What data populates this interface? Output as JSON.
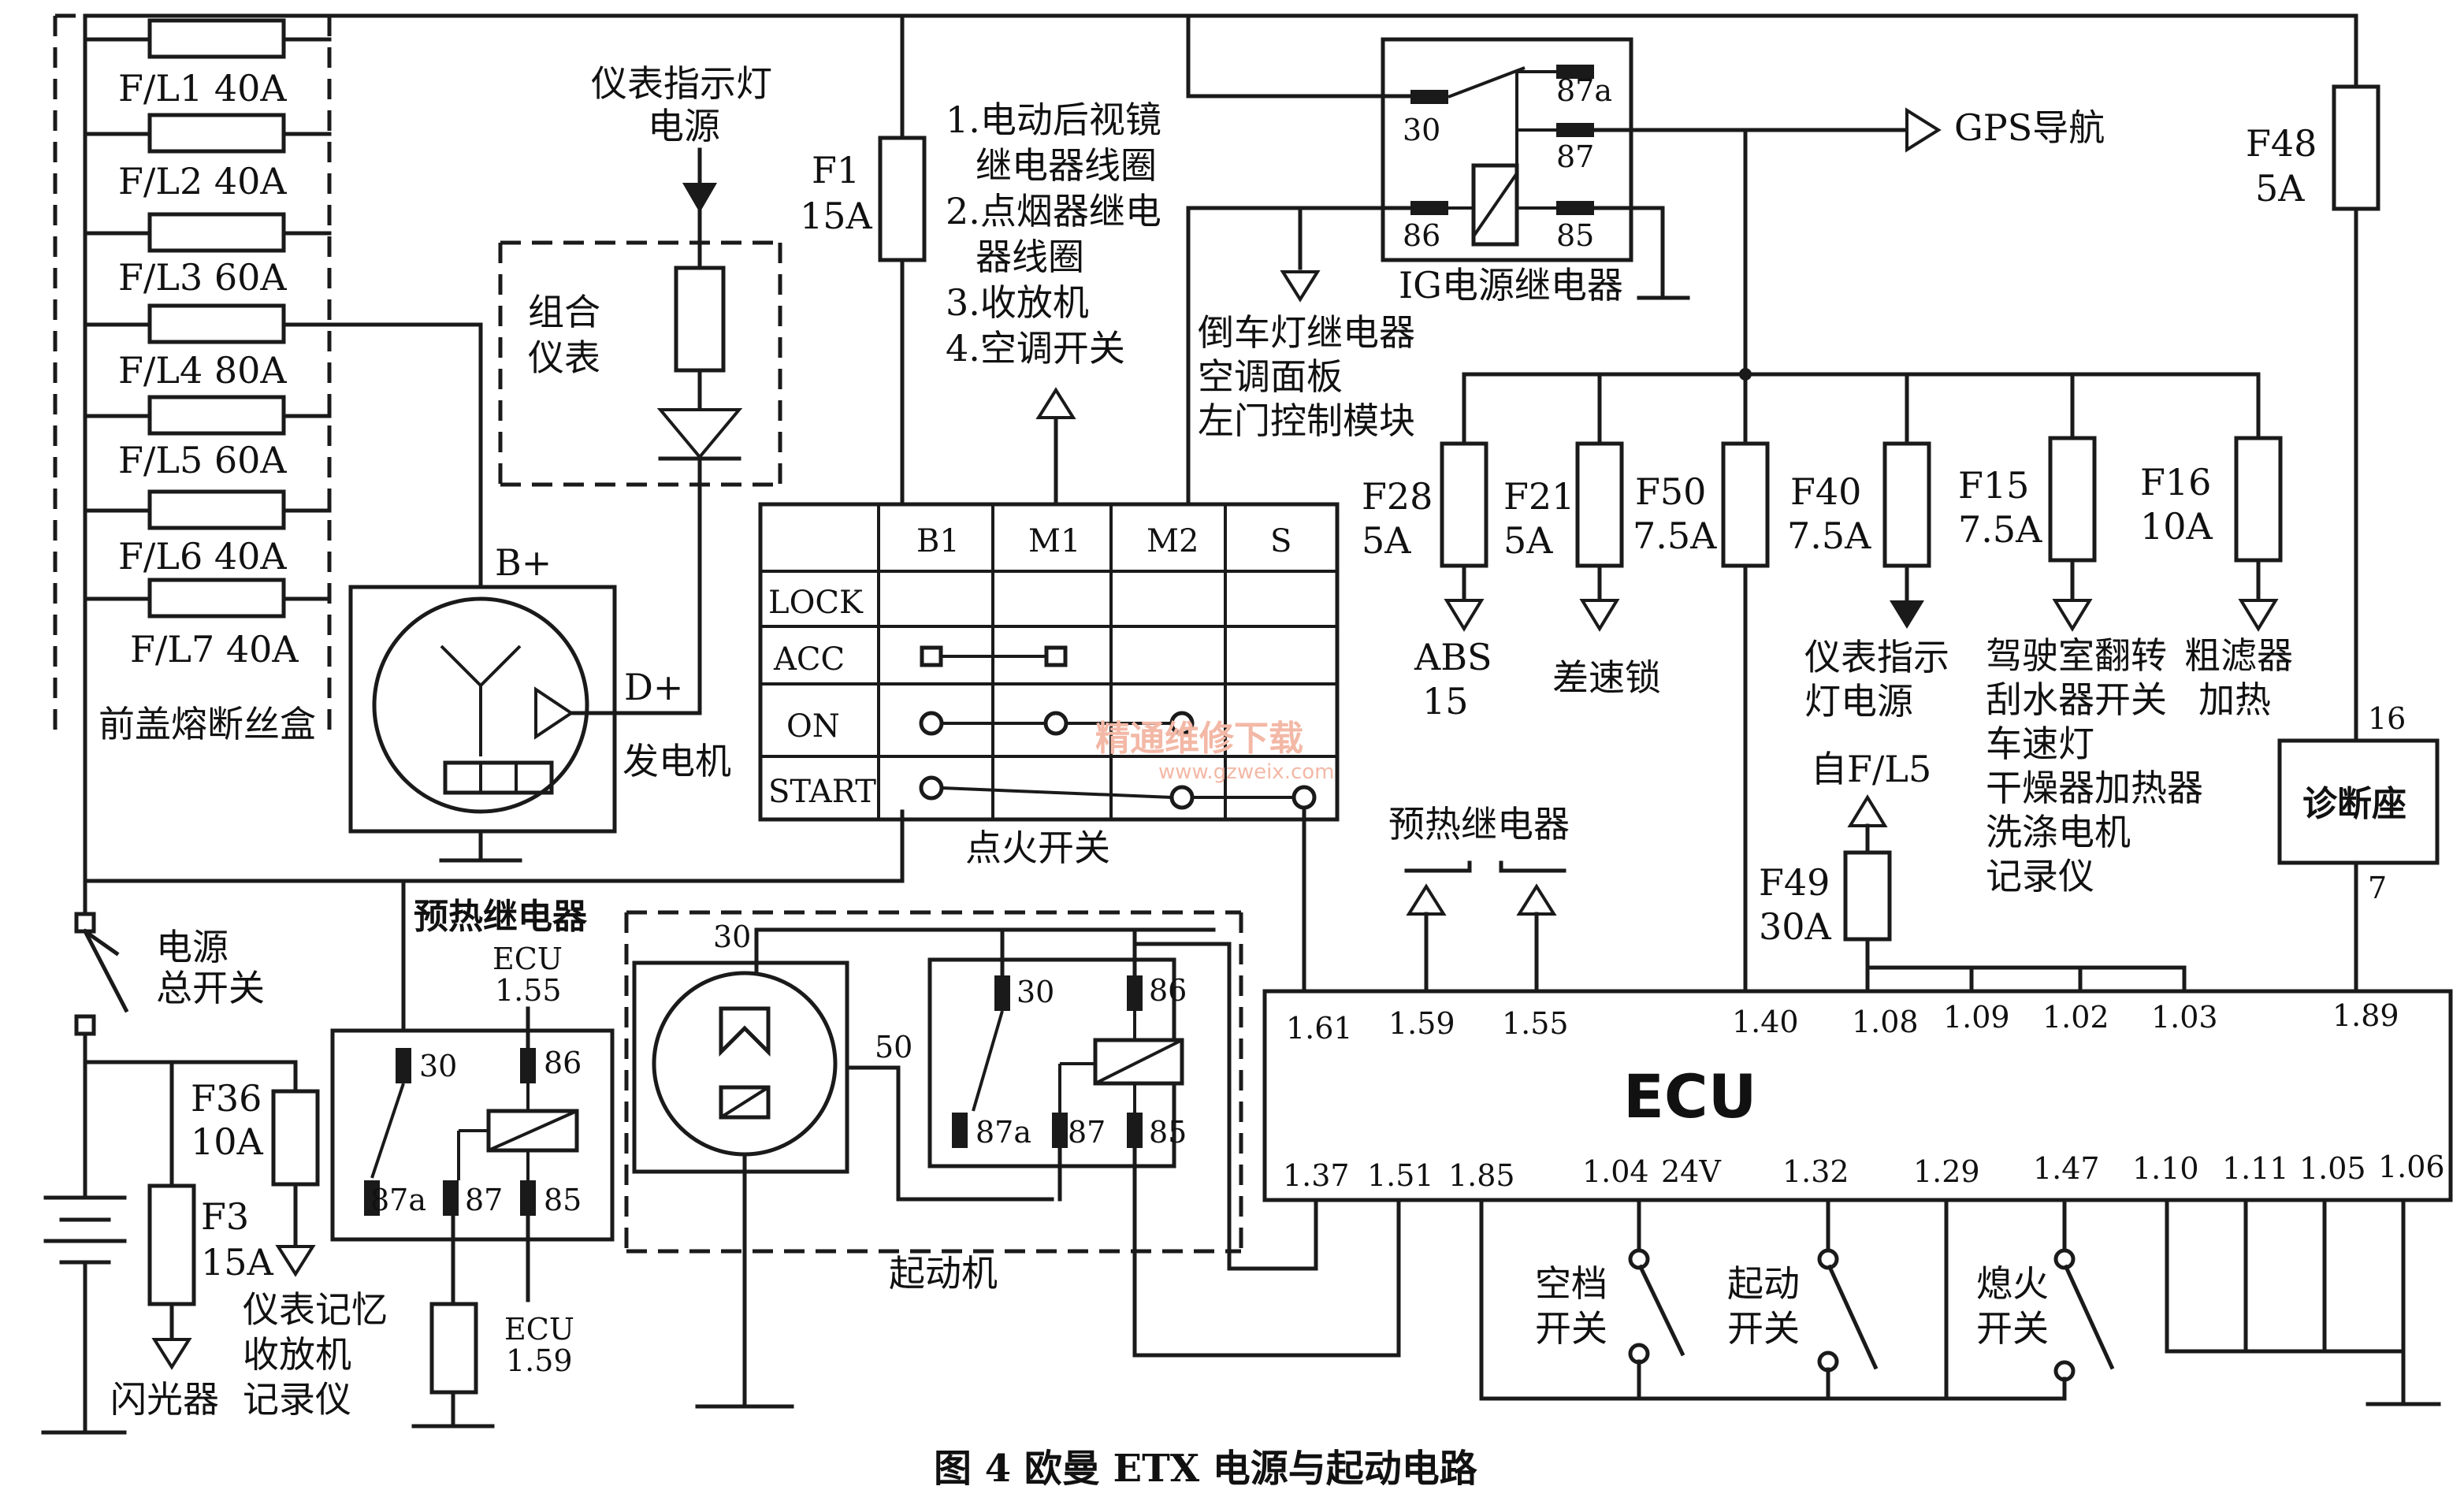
{
  "fuse_box": {
    "title": "前盖熔断丝盒",
    "fuses": [
      "F/L1 40A",
      "F/L2 40A",
      "F/L3 60A",
      "F/L4 80A",
      "F/L5 60A",
      "F/L6 40A",
      "F/L7 40A"
    ]
  },
  "indicator_power": {
    "line1": "仪表指示灯",
    "line2": "电源"
  },
  "cluster": {
    "line1": "组合",
    "line2": "仪表"
  },
  "generator": {
    "label": "发电机",
    "b_plus": "B+",
    "d_plus": "D+"
  },
  "f1": {
    "name": "F1",
    "rating": "15A"
  },
  "notes": [
    "1.电动后视镜",
    "继电器线圈",
    "2.点烟器继电",
    "器线圈",
    "3.收放机",
    "4.空调开关"
  ],
  "ig_relay": {
    "label": "IG电源继电器",
    "pins": {
      "p30": "30",
      "p87a": "87a",
      "p87": "87",
      "p86": "86",
      "p85": "85"
    }
  },
  "gps": "GPS导航",
  "reverse_loads": [
    "倒车灯继电器",
    "空调面板",
    "左门控制模块"
  ],
  "f48": {
    "name": "F48",
    "rating": "5A"
  },
  "ignition_switch": {
    "label": "点火开关",
    "columns": [
      "B1",
      "M1",
      "M2",
      "S"
    ],
    "rows": [
      "LOCK",
      "ACC",
      "ON",
      "START"
    ]
  },
  "branch_fuses": [
    {
      "name": "F28",
      "rating": "5A",
      "load": [
        "ABS",
        "15"
      ]
    },
    {
      "name": "F21",
      "rating": "5A",
      "load": [
        "差速锁"
      ]
    },
    {
      "name": "F50",
      "rating": "7.5A",
      "load": []
    },
    {
      "name": "F40",
      "rating": "7.5A",
      "load": [
        "仪表指示",
        "灯电源"
      ]
    },
    {
      "name": "F15",
      "rating": "7.5A",
      "load": [
        "驾驶室翻转",
        "刮水器开关",
        "车速灯",
        "干燥器加热器",
        "洗涤电机",
        "记录仪"
      ]
    },
    {
      "name": "F16",
      "rating": "10A",
      "load": [
        "粗滤器",
        "加热"
      ]
    }
  ],
  "diag": {
    "label": "诊断座",
    "pin16": "16",
    "pin7": "7"
  },
  "from_fl5": "自F/L5",
  "f49": {
    "name": "F49",
    "rating": "30A"
  },
  "preheat_relay_top": "预热继电器",
  "preheat_relay": {
    "label": "预热继电器",
    "ecu155": [
      "ECU",
      "1.55"
    ],
    "ecu159": [
      "ECU",
      "1.59"
    ],
    "pins": {
      "p30": "30",
      "p86": "86",
      "p87a": "87a",
      "p87": "87",
      "p85": "85"
    }
  },
  "master_switch": {
    "line1": "电源",
    "line2": "总开关"
  },
  "f36": {
    "name": "F36",
    "rating": "10A"
  },
  "f3": {
    "name": "F3",
    "rating": "15A"
  },
  "flasher": "闪光器",
  "memory_loads": [
    "仪表记忆",
    "收放机",
    "记录仪"
  ],
  "starter": {
    "label": "起动机",
    "pin30": "30",
    "pin50": "50",
    "relay_pins": {
      "p30": "30",
      "p86": "86",
      "p87a": "87a",
      "p87": "87",
      "p85": "85"
    }
  },
  "ecu": {
    "label": "ECU",
    "top_pins": [
      "1.61",
      "1.59",
      "1.55",
      "1.40",
      "1.08",
      "1.09",
      "1.02",
      "1.03",
      "1.89"
    ],
    "bottom_pins": [
      "1.37",
      "1.51",
      "1.85",
      "1.04",
      "24V",
      "1.32",
      "1.29",
      "1.47",
      "1.10",
      "1.11",
      "1.05",
      "1.06"
    ]
  },
  "switches": [
    {
      "line1": "空档",
      "line2": "开关"
    },
    {
      "line1": "起动",
      "line2": "开关"
    },
    {
      "line1": "熄火",
      "line2": "开关"
    }
  ],
  "watermark": {
    "line1": "精通维修下载",
    "line2": "www.gzweix.com"
  },
  "caption": "图 4   欧曼 ETX 电源与起动电路"
}
